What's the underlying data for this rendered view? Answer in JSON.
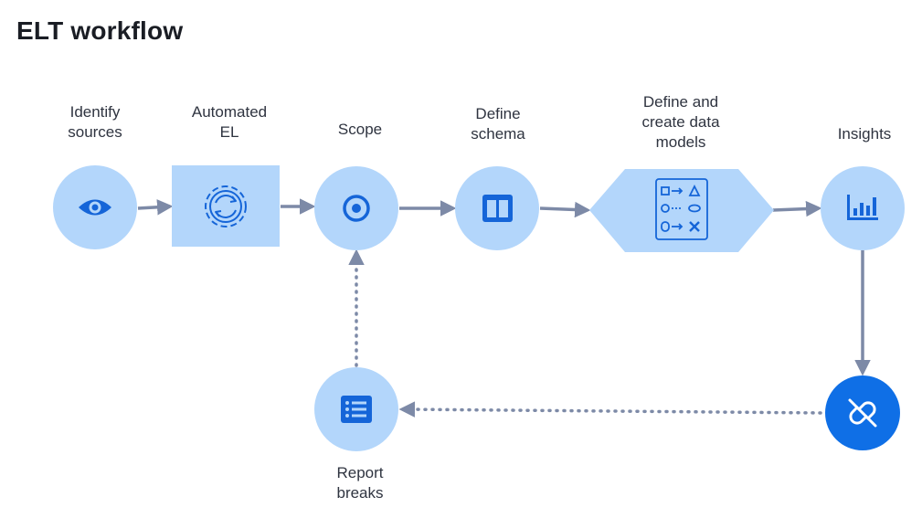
{
  "page": {
    "title": "ELT workflow"
  },
  "steps": {
    "identify": [
      "Identify",
      "sources"
    ],
    "automated_el": [
      "Automated",
      "EL"
    ],
    "scope": [
      "Scope"
    ],
    "define_schema": [
      "Define",
      "schema"
    ],
    "define_models": [
      "Define and",
      "create data",
      "models"
    ],
    "insights": [
      "Insights"
    ],
    "report_breaks": [
      "Report",
      "breaks"
    ]
  },
  "icons": {
    "identify": "eye-icon",
    "automated_el": "refresh-gear-icon",
    "scope": "target-icon",
    "define_schema": "columns-icon",
    "define_models": "data-model-icon",
    "insights": "bar-chart-icon",
    "breaks": "broken-link-icon",
    "report_breaks": "list-icon"
  },
  "colors": {
    "node_fill": "#b3d6fb",
    "icon_blue": "#1565d8",
    "breaks_fill": "#0f6fe6",
    "arrow": "#7d8aa7"
  }
}
